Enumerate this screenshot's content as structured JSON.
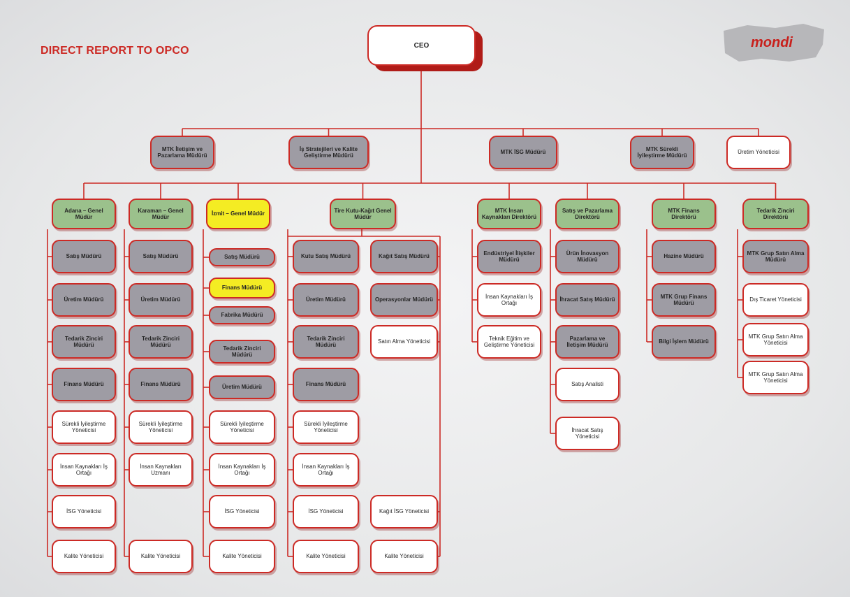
{
  "title": "DIRECT REPORT TO OPCO",
  "logo": {
    "text": "mondi"
  },
  "ceo": "CEO",
  "row1": [
    "MTK İletişim ve Pazarlama Müdürü",
    "İş Stratejileri ve Kalite Geliştirme Müdürü",
    "MTK İSG Müdürü",
    "MTK Sürekli İyileştirme Müdürü",
    "Üretim Yöneticisi"
  ],
  "columns": [
    {
      "head": "Adana – Genel Müdür",
      "items": [
        "Satış Müdürü",
        "Üretim Müdürü",
        "Tedarik Zinciri Müdürü",
        "Finans Müdürü",
        "Sürekli İyileştirme Yöneticisi",
        "İnsan Kaynakları İş Ortağı",
        "İSG Yöneticisi",
        "Kalite Yöneticisi"
      ]
    },
    {
      "head": "Karaman – Genel Müdür",
      "items": [
        "Satış Müdürü",
        "Üretim Müdürü",
        "Tedarik Zinciri Müdürü",
        "Finans Müdürü",
        "Sürekli İyileştirme Yöneticisi",
        "İnsan Kaynakları Uzmanı",
        "Kalite Yöneticisi"
      ]
    },
    {
      "head": "İzmit – Genel Müdür",
      "items": [
        "Satış Müdürü",
        "Finans Müdürü",
        "Fabrika Müdürü",
        "Tedarik Zinciri Müdürü",
        "Üretim Müdürü",
        "Sürekli İyileştirme Yöneticisi",
        "İnsan Kaynakları İş Ortağı",
        "İSG Yöneticisi",
        "Kalite Yöneticisi"
      ]
    },
    {
      "head": "Tire Kutu-Kağıt Genel Müdür",
      "sub_a": [
        "Kutu Satış Müdürü",
        "Üretim Müdürü",
        "Tedarik Zinciri Müdürü",
        "Finans Müdürü",
        "Sürekli İyileştirme Yöneticisi",
        "İnsan Kaynakları İş Ortağı",
        "İSG Yöneticisi",
        "Kalite Yöneticisi"
      ],
      "sub_b": [
        "Kağıt Satış Müdürü",
        "Operasyonlar Müdürü",
        "Satın Alma Yöneticisi",
        "Kağıt İSG Yöneticisi",
        "Kalite Yöneticisi"
      ]
    },
    {
      "head": "MTK İnsan Kaynakları Direktörü",
      "items": [
        "Endüstriyel İlişkiler Müdürü",
        "İnsan Kaynakları İş Ortağı",
        "Teknik Eğitim ve Geliştirme Yöneticisi"
      ]
    },
    {
      "head": "Satış ve Pazarlama Direktörü",
      "items": [
        "Ürün İnovasyon Müdürü",
        "İhracat Satış Müdürü",
        "Pazarlama ve İletişim Müdürü",
        "Satış Analisti",
        "İhracat Satış Yöneticisi"
      ]
    },
    {
      "head": "MTK Finans Direktörü",
      "items": [
        "Hazine Müdürü",
        "MTK Grup Finans Müdürü",
        "Bilgi İşlem Müdürü"
      ]
    },
    {
      "head": "Tedarik Zinciri Direktörü",
      "items": [
        "MTK Grup Satın Alma Müdürü",
        "Dış Ticaret Yöneticisi",
        "MTK Grup Satın Alma Yöneticisi",
        "MTK Grup Satın Alma Yöneticisi"
      ]
    }
  ],
  "colors": {
    "line": "#cc2a25",
    "grey": "#9e9ca4",
    "green": "#9bc18c",
    "yellow": "#f4ec23",
    "white": "#ffffff"
  }
}
